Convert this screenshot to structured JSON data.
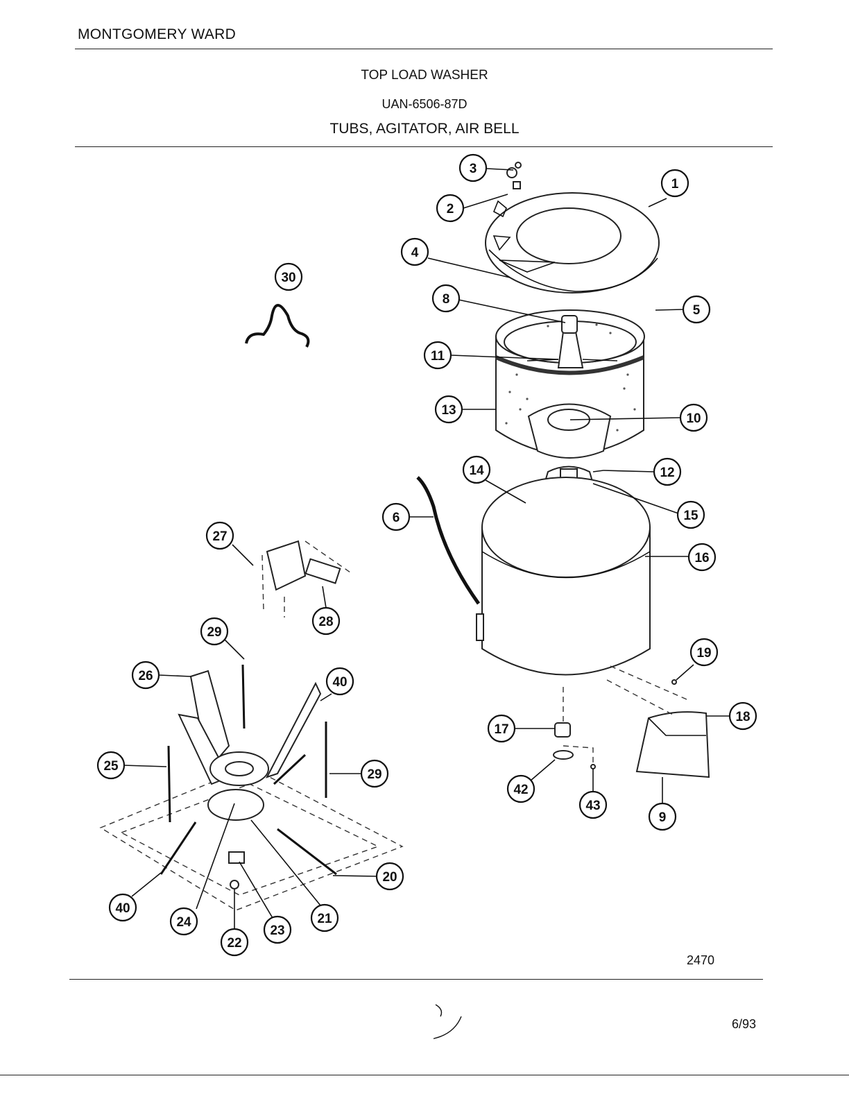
{
  "header": {
    "brand": "MONTGOMERY WARD",
    "product": "TOP LOAD WASHER",
    "model": "UAN-6506-87D",
    "section": "TUBS, AGITATOR, AIR BELL"
  },
  "footer": {
    "drawing_number": "2470",
    "date_code": "6/93"
  },
  "callouts": [
    {
      "id": "1",
      "label": "1"
    },
    {
      "id": "2",
      "label": "2"
    },
    {
      "id": "3",
      "label": "3"
    },
    {
      "id": "4",
      "label": "4"
    },
    {
      "id": "5",
      "label": "5"
    },
    {
      "id": "6",
      "label": "6"
    },
    {
      "id": "8",
      "label": "8"
    },
    {
      "id": "9",
      "label": "9"
    },
    {
      "id": "10",
      "label": "10"
    },
    {
      "id": "11",
      "label": "11"
    },
    {
      "id": "12",
      "label": "12"
    },
    {
      "id": "13",
      "label": "13"
    },
    {
      "id": "14",
      "label": "14"
    },
    {
      "id": "15",
      "label": "15"
    },
    {
      "id": "16",
      "label": "16"
    },
    {
      "id": "17",
      "label": "17"
    },
    {
      "id": "18",
      "label": "18"
    },
    {
      "id": "19",
      "label": "19"
    },
    {
      "id": "20",
      "label": "20"
    },
    {
      "id": "21",
      "label": "21"
    },
    {
      "id": "22",
      "label": "22"
    },
    {
      "id": "23",
      "label": "23"
    },
    {
      "id": "24",
      "label": "24"
    },
    {
      "id": "25",
      "label": "25"
    },
    {
      "id": "26",
      "label": "26"
    },
    {
      "id": "27",
      "label": "27"
    },
    {
      "id": "28",
      "label": "28"
    },
    {
      "id": "29a",
      "label": "29"
    },
    {
      "id": "29b",
      "label": "29"
    },
    {
      "id": "30",
      "label": "30"
    },
    {
      "id": "40a",
      "label": "40"
    },
    {
      "id": "40b",
      "label": "40"
    },
    {
      "id": "42",
      "label": "42"
    },
    {
      "id": "43",
      "label": "43"
    }
  ]
}
